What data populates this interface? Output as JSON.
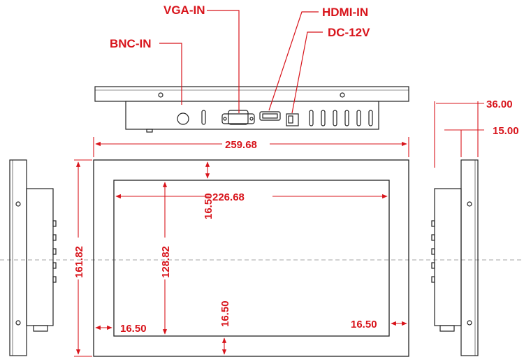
{
  "ports": {
    "vga": "VGA-IN",
    "hdmi": "HDMI-IN",
    "bnc": "BNC-IN",
    "dc": "DC-12V"
  },
  "dimensions": {
    "total_depth": "36.00",
    "mount_depth": "15.00",
    "overall_width": "259.68",
    "overall_height": "161.82",
    "screen_width": "226.68",
    "screen_height": "128.82",
    "top_border": "16.50",
    "bottom_border": "16.50",
    "left_border": "16.50",
    "right_border": "16.50"
  },
  "colors": {
    "dimension": "#d8141b",
    "outline": "#222222",
    "centerline": "#888888"
  }
}
